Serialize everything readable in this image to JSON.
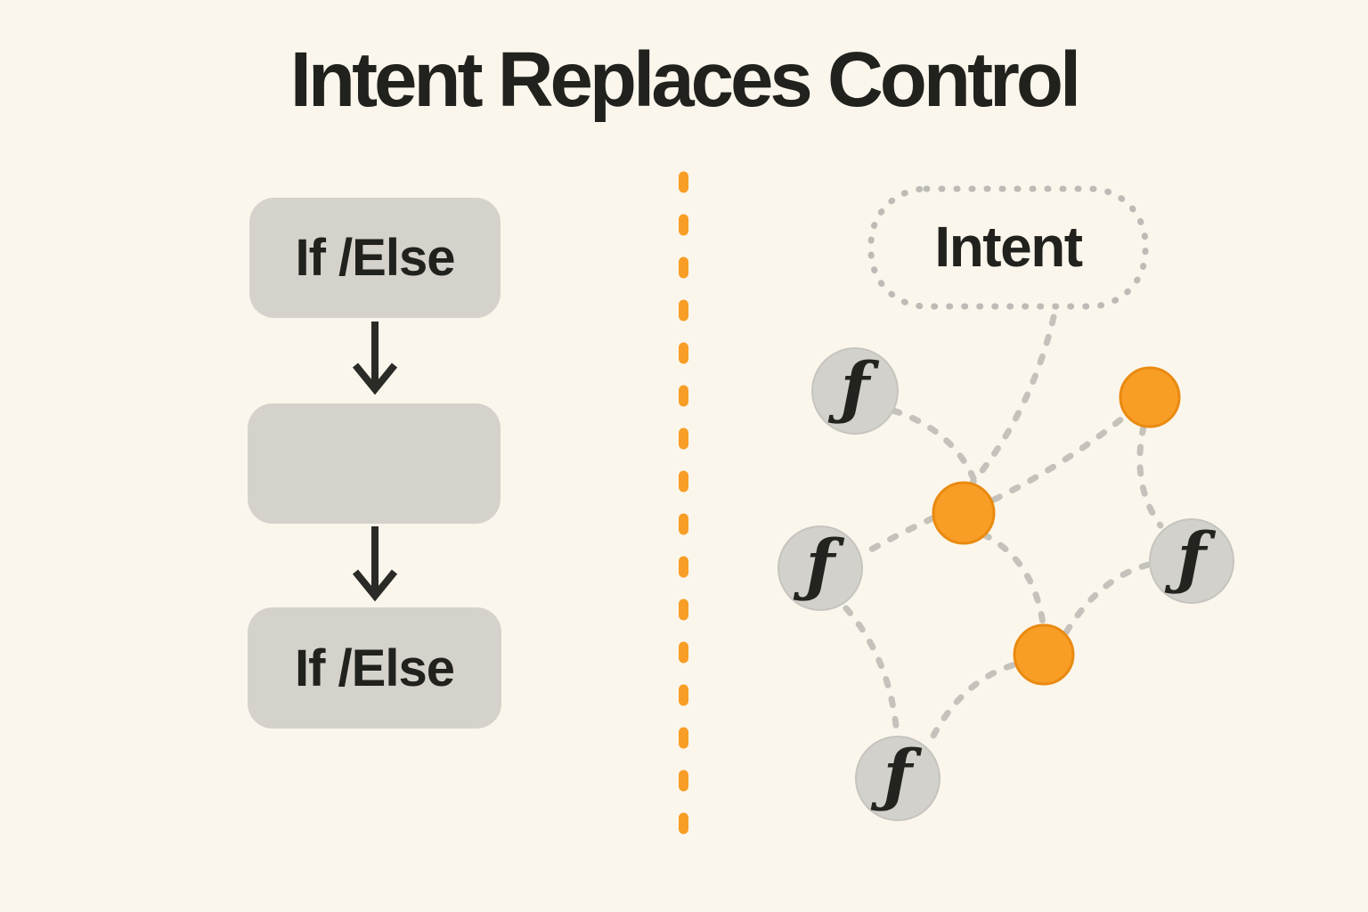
{
  "title": "Intent Replaces Control",
  "flowchart": {
    "box1_label": "If /Else",
    "box2_label": "",
    "box3_label": "If /Else"
  },
  "network": {
    "intent_label": "Intent",
    "function_symbol": "ƒ",
    "function_node_count": 4,
    "agent_node_count": 3,
    "edge_count": 9
  },
  "colors": {
    "background": "#FBF6EC",
    "ink": "#21211E",
    "box-gray": "#D5D2CB",
    "node-gray": "#D3D1CB",
    "node-gray-edge": "#C6C4BE",
    "edge-dot": "#C5C2BC",
    "bubble-dot": "#BDBBB5",
    "orange": "#F89E26",
    "orange-edge": "#EA8A10"
  }
}
